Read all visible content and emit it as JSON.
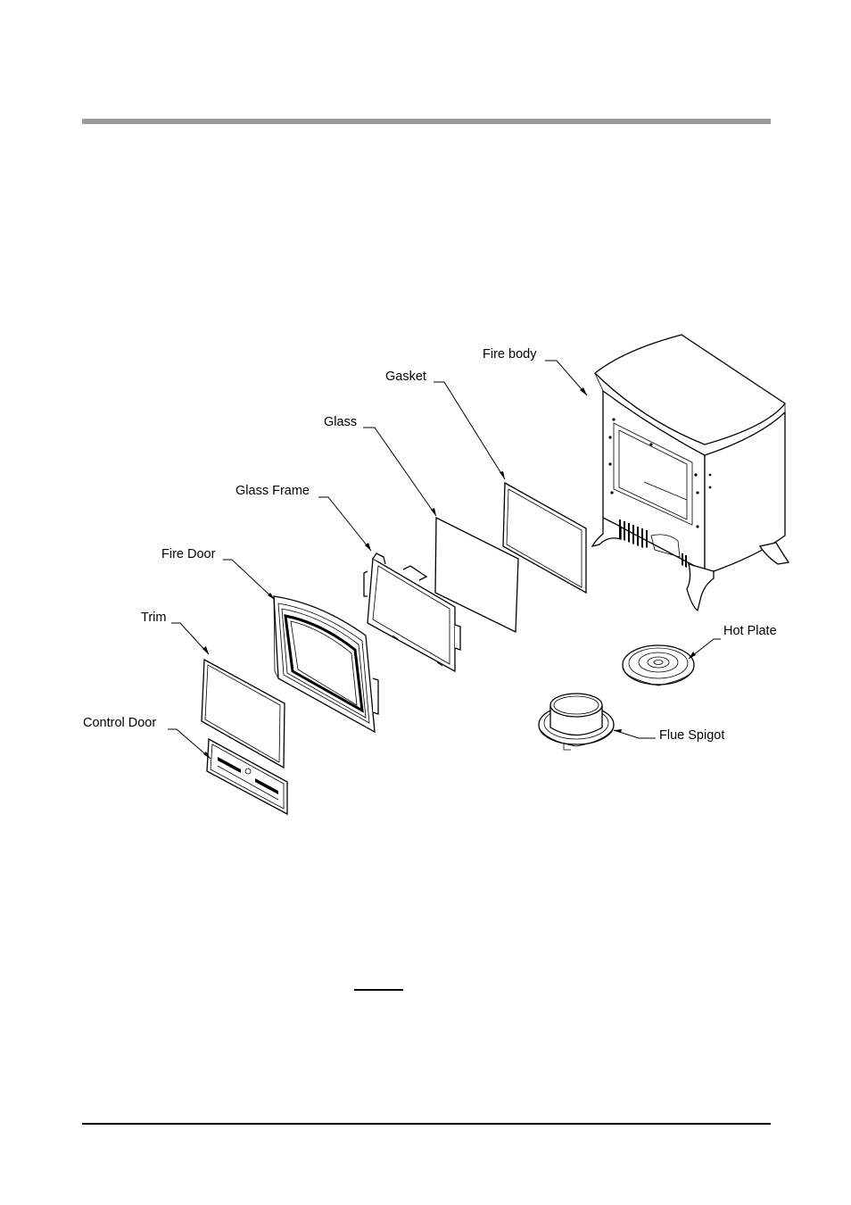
{
  "diagram": {
    "labels": {
      "fire_body": "Fire body",
      "gasket": "Gasket",
      "glass": "Glass",
      "glass_frame": "Glass Frame",
      "fire_door": "Fire Door",
      "trim": "Trim",
      "control_door": "Control Door",
      "hot_plate": "Hot Plate",
      "flue_spigot": "Flue Spigot"
    }
  }
}
